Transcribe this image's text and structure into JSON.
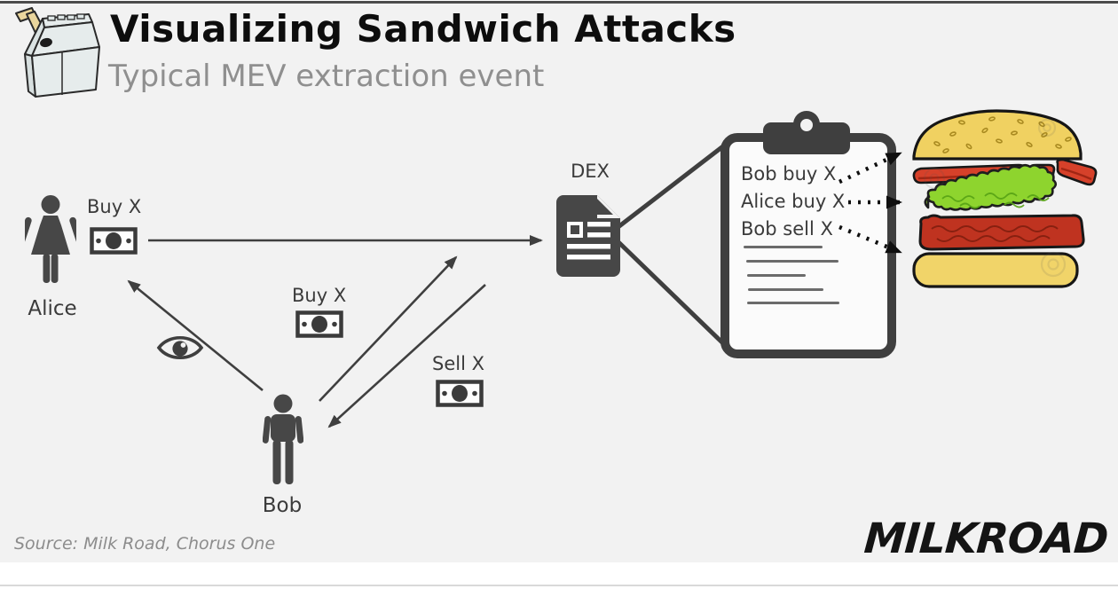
{
  "header": {
    "title": "Visualizing Sandwich Attacks",
    "subtitle": "Typical MEV extraction event"
  },
  "diagram": {
    "alice": {
      "name": "Alice",
      "action": "Buy X"
    },
    "bob": {
      "name": "Bob",
      "buy": "Buy X",
      "sell": "Sell X"
    },
    "dex": {
      "label": "DEX"
    },
    "clipboard": {
      "entries": [
        "Bob buy X",
        "Alice buy X",
        "Bob sell X"
      ]
    },
    "sandwich": {
      "layers": [
        "top-bun",
        "tomato-slices",
        "lettuce",
        "beef-patty",
        "bottom-bun"
      ]
    }
  },
  "footer": {
    "source": "Source: Milk Road, Chorus One",
    "brand": "MILKROAD"
  },
  "icons": {
    "milk-carton": "milk carton with straw",
    "woman": "woman pictogram (Alice)",
    "man": "man pictogram (Bob)",
    "eye": "watching eye",
    "money-bill": "dollar bill",
    "document": "DEX order document",
    "clipboard": "transaction ordering clipboard",
    "sandwich": "exploded burger sandwich"
  },
  "colors": {
    "background": "#f2f2f2",
    "ink": "#3f3f3f",
    "title": "#0d0d0d",
    "subtitle": "#8f8f8f",
    "bun": "#f0d161",
    "tomato": "#d6412a",
    "lettuce": "#8ed42e",
    "patty": "#bf3320"
  }
}
